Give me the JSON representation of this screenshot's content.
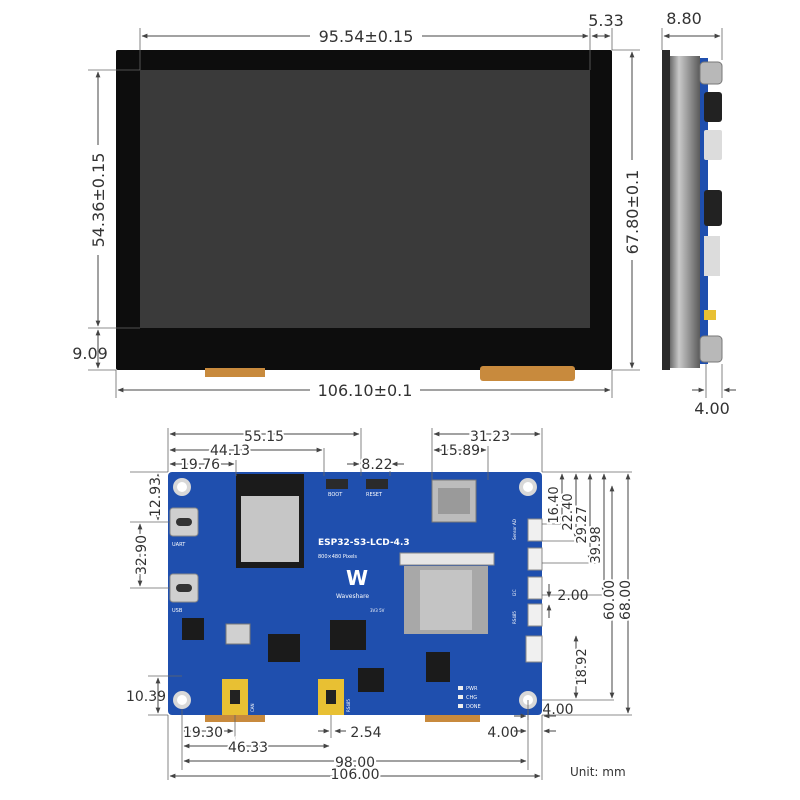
{
  "colors": {
    "bezel": "#0d0d0d",
    "screen": "#3a3a3a",
    "pcb": "#1f4fae",
    "pcb_dark": "#173f8f",
    "gold": "#c89b3c",
    "flex": "#c88a3d",
    "dimension": "#444444"
  },
  "front_view": {
    "width_active": "95.54±0.15",
    "right_margin": "5.33",
    "height_active": "54.36±0.15",
    "height_total": "67.80±0.1",
    "bottom_margin": "9.09",
    "width_total": "106.10±0.1"
  },
  "side_view": {
    "thickness": "8.80",
    "offset": "4.00"
  },
  "back_view": {
    "top_dims": [
      "55.15",
      "44.13",
      "19.76",
      "8.22",
      "31.23",
      "15.89"
    ],
    "left_dims": [
      "12.93",
      "32.90",
      "10.39"
    ],
    "right_dims": [
      "16.40",
      "22.40",
      "29.27",
      "39.98",
      "2.00",
      "18.92",
      "60.00",
      "68.00",
      "4.00"
    ],
    "bottom_dims": [
      "19.30",
      "46.33",
      "2.54",
      "4.00",
      "98.00",
      "106.00"
    ],
    "board_title": "ESP32-S3-LCD-4.3",
    "board_subtitle": "800×480 Pixels",
    "brand": "Waveshare",
    "labels": {
      "uart": "UART",
      "usb": "USB",
      "boot": "BOOT",
      "reset": "RESET",
      "can": "CAN",
      "rs485": "RS485",
      "sensor_ad": "Sensor AD",
      "i2c": "I2C",
      "rs485_right": "RS485",
      "voltage": "3V3 5V",
      "pwr": "PWR",
      "chg": "CHG",
      "done": "DONE"
    }
  },
  "unit_label": "Unit: mm"
}
